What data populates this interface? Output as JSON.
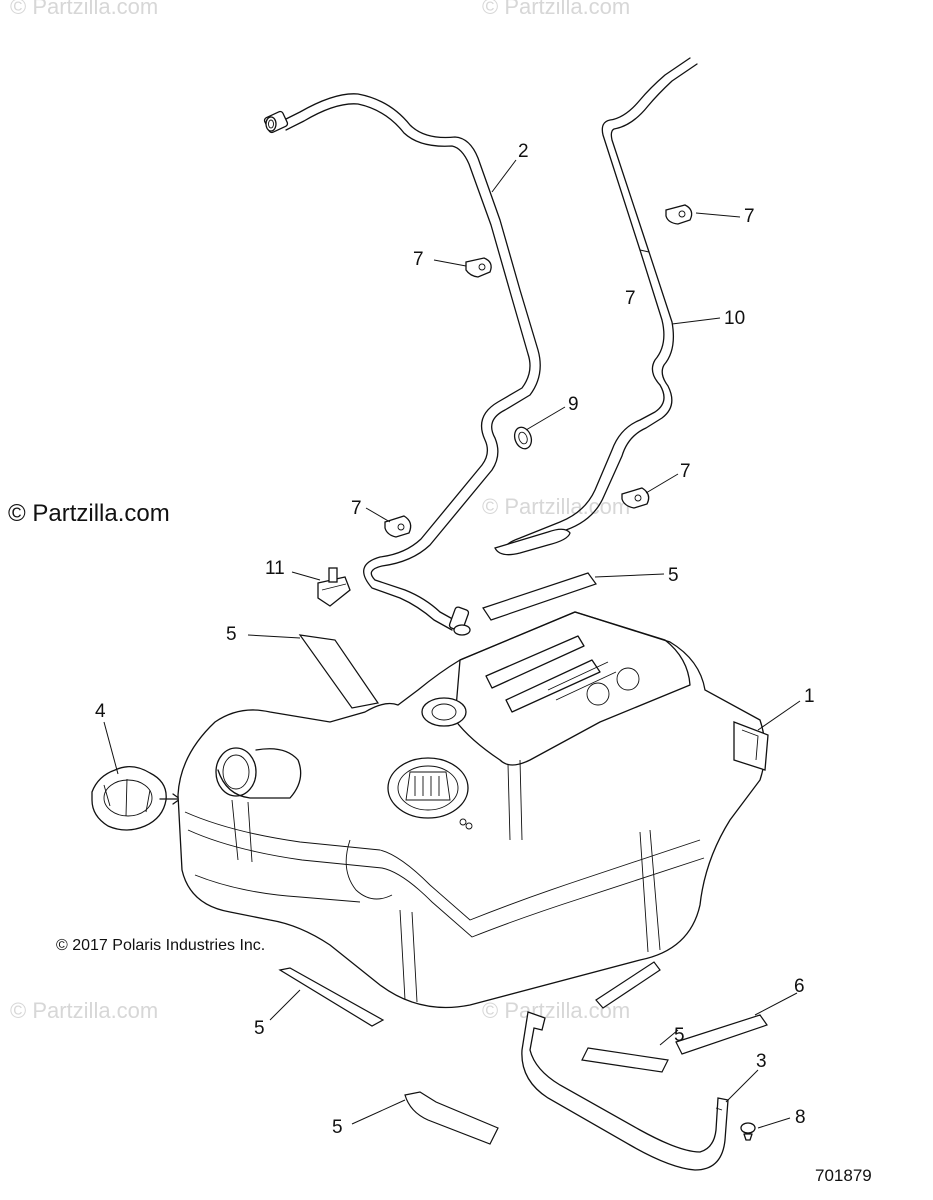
{
  "watermarks": [
    "© Partzilla.com",
    "© Partzilla.com",
    "© Partzilla.com",
    "© Partzilla.com",
    "© Partzilla.com"
  ],
  "brand_text": "© Partzilla.com",
  "copyright": "© 2017 Polaris Industries Inc.",
  "diagram_id": "701879",
  "callouts": {
    "c1": "1",
    "c2": "2",
    "c3": "3",
    "c4": "4",
    "c5a": "5",
    "c5b": "5",
    "c5c": "5",
    "c5d": "5",
    "c5e": "5",
    "c6": "6",
    "c7a": "7",
    "c7b": "7",
    "c7c": "7",
    "c7d": "7",
    "c7e": "7",
    "c8": "8",
    "c9": "9",
    "c10": "10",
    "c11": "11"
  }
}
